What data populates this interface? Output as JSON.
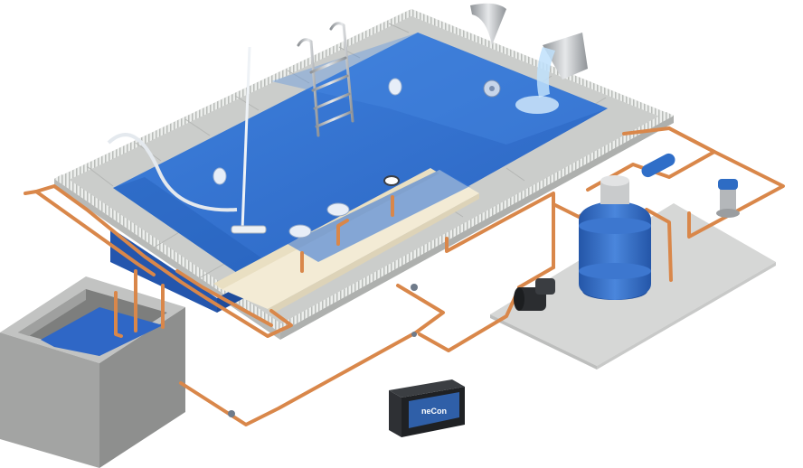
{
  "diagram": {
    "controller": {
      "brand_label": "neCon",
      "icon": "control-unit-icon"
    },
    "components": [
      {
        "name": "pool",
        "icon": "pool-basin-icon"
      },
      {
        "name": "overflow-gutter",
        "icon": "grating-icon"
      },
      {
        "name": "ladder",
        "icon": "ladder-icon"
      },
      {
        "name": "waterfall",
        "icon": "waterfall-icon"
      },
      {
        "name": "pool-cleaner",
        "icon": "vacuum-cleaner-icon"
      },
      {
        "name": "balance-tank",
        "icon": "tank-icon"
      },
      {
        "name": "sand-filter",
        "icon": "filter-icon"
      },
      {
        "name": "pump",
        "icon": "pump-icon"
      },
      {
        "name": "pre-filter",
        "icon": "strainer-icon"
      },
      {
        "name": "heat-exchanger",
        "icon": "heater-icon"
      }
    ],
    "colors": {
      "water": "#2f6fd0",
      "water_dark": "#1f56ad",
      "pipe": "#d9874a",
      "coping": "#c9ccc9",
      "gutter": "#e4e6e4",
      "beach": "#f2ead4",
      "equipment_pad": "#d5d6d5",
      "tank": "#a9aaa9",
      "filter": "#2f6fc8"
    }
  }
}
